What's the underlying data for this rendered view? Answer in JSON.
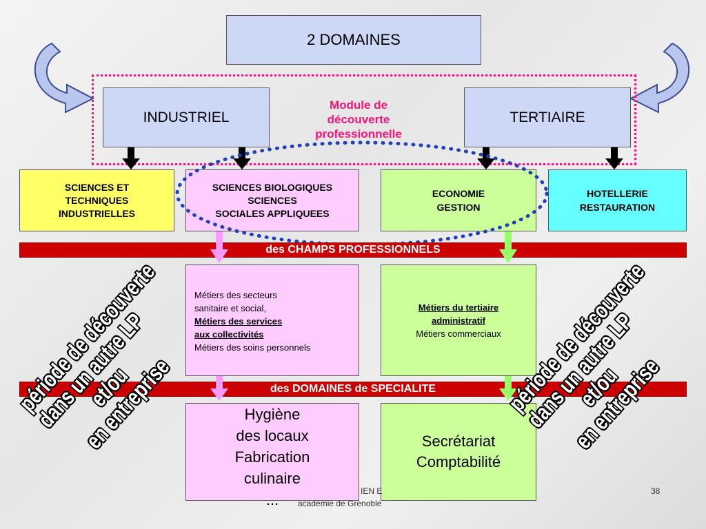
{
  "title": "2 DOMAINES",
  "domains": {
    "industriel": "INDUSTRIEL",
    "tertiaire": "TERTIAIRE"
  },
  "module": {
    "line1": "Module de",
    "line2": "découverte",
    "line3": "professionnelle"
  },
  "fields": {
    "sti": [
      "SCIENCES ET",
      "TECHNIQUES",
      "INDUSTRIELLES"
    ],
    "sbssa": [
      "SCIENCES BIOLOGIQUES",
      "SCIENCES",
      "SOCIALES APPLIQUEES"
    ],
    "eco": [
      "ECONOMIE",
      "GESTION"
    ],
    "hotel": [
      "HOTELLERIE",
      "RESTAURATION"
    ]
  },
  "band_champs": "des CHAMPS PROFESSIONNELS",
  "band_specialite": "des DOMAINES de SPECIALITE",
  "metiers_left": {
    "l1": "Métiers des secteurs",
    "l2": "sanitaire et social,",
    "l3": "Métiers des services ",
    "l4": "aux collectivités",
    "l5": "Métiers des soins personnels"
  },
  "metiers_right": {
    "l1": "Métiers du tertiaire",
    "l2": "administratif",
    "l3": "Métiers commerciaux"
  },
  "specialite_left": [
    "Hygiène",
    "des locaux",
    "Fabrication",
    "culinaire",
    "..."
  ],
  "specialite_right": [
    "Secrétariat",
    "Comptabilité"
  ],
  "periode": [
    "période de découverte",
    "dans un autre LP",
    "et/ou",
    "en entreprise"
  ],
  "footer": {
    "author": "IEN E",
    "academy": "académie de Grenoble",
    "page": "38"
  },
  "colors": {
    "red_band": "#cc0000",
    "pink_accent": "#ff1177",
    "blue_dots": "#1f3fbf"
  }
}
